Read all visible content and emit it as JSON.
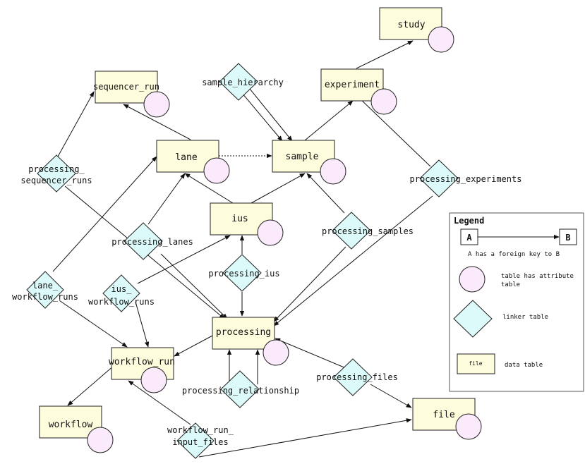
{
  "tables": {
    "study": "study",
    "sequencer_run": "sequencer_run",
    "experiment": "experiment",
    "lane": "lane",
    "sample": "sample",
    "ius": "ius",
    "processing": "processing",
    "workflow_run": "workflow_run",
    "workflow": "workflow",
    "file": "file"
  },
  "linkers": {
    "sample_hierarchy": "sample_hierarchy",
    "processing_sequencer_runs_1": "processing_",
    "processing_sequencer_runs_2": "sequencer_runs",
    "processing_experiments": "processing_experiments",
    "processing_lanes": "processing_lanes",
    "processing_samples": "processing_samples",
    "processing_ius": "processing_ius",
    "lane_workflow_runs_1": "lane_",
    "lane_workflow_runs_2": "workflow_runs",
    "ius_workflow_runs_1": "ius_",
    "ius_workflow_runs_2": "workflow_runs",
    "processing_relationship": "processing_relationship",
    "processing_files": "processing_files",
    "workflow_run_input_files_1": "workflow_run_",
    "workflow_run_input_files_2": "input_files"
  },
  "legend": {
    "title": "Legend",
    "node_a": "A",
    "node_b": "B",
    "fk_text": "A has a foreign key to B",
    "circle_text_1": "table has attribute",
    "circle_text_2": "table",
    "diamond_text": "linker table",
    "sample_box": "file",
    "box_text": "data table"
  },
  "colors": {
    "table_fill": "#fdfcdc",
    "attribute_fill": "#fbeafb",
    "linker_fill": "#dcfafa",
    "stroke": "#222222"
  }
}
